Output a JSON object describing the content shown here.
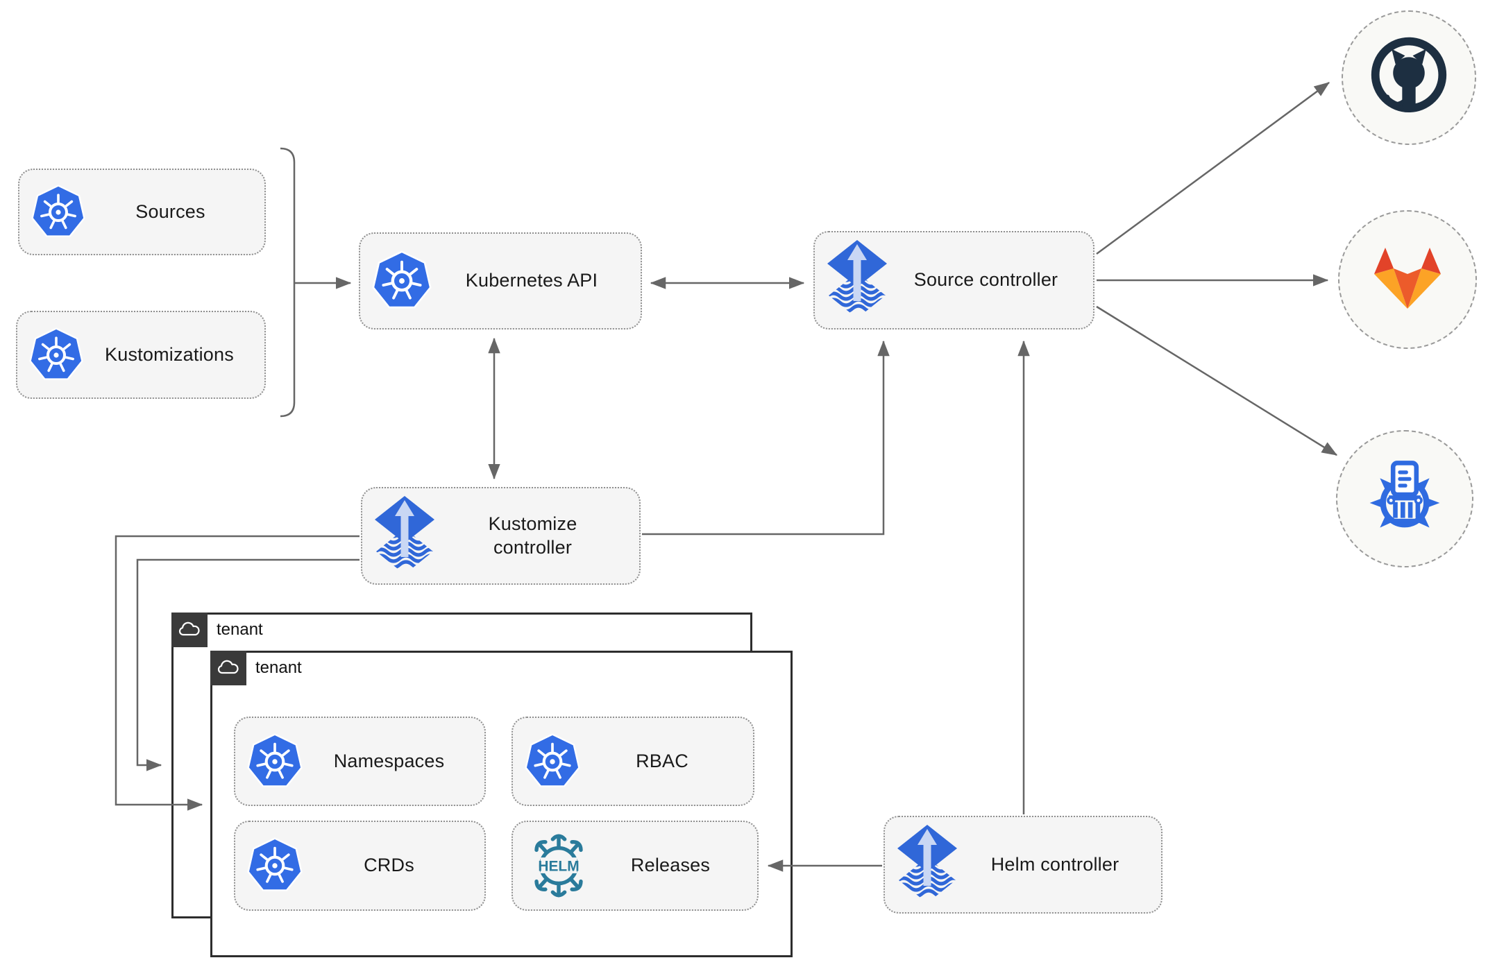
{
  "nodes": {
    "sources": {
      "label": "Sources",
      "icon": "kubernetes-icon"
    },
    "kustomizations": {
      "label": "Kustomizations",
      "icon": "kubernetes-icon"
    },
    "kubernetes_api": {
      "label": "Kubernetes API",
      "icon": "kubernetes-icon"
    },
    "source_controller": {
      "label": "Source controller",
      "icon": "flux-icon"
    },
    "kustomize_controller": {
      "label": "Kustomize controller",
      "icon": "flux-icon"
    },
    "helm_controller": {
      "label": "Helm controller",
      "icon": "flux-icon"
    }
  },
  "tenants": {
    "back": {
      "label": "tenant",
      "icon": "cloud-icon"
    },
    "front": {
      "label": "tenant",
      "icon": "cloud-icon"
    },
    "items": {
      "namespaces": {
        "label": "Namespaces",
        "icon": "kubernetes-icon"
      },
      "rbac": {
        "label": "RBAC",
        "icon": "kubernetes-icon"
      },
      "crds": {
        "label": "CRDs",
        "icon": "kubernetes-icon"
      },
      "releases": {
        "label": "Releases",
        "icon": "helm-icon"
      }
    }
  },
  "helm_logo_text": "HELM",
  "endpoints": [
    {
      "name": "github",
      "icon": "github-icon"
    },
    {
      "name": "gitlab",
      "icon": "gitlab-icon"
    },
    {
      "name": "helm-repository",
      "icon": "helm-repository-icon"
    }
  ],
  "colors": {
    "kubernetes_blue": "#326ce5",
    "flux_blue": "#3067d8",
    "flux_light_arrow": "#c9d7f4",
    "helm_teal": "#2a7b9b",
    "github_dark": "#1d2f41",
    "gitlab_red_orange": "#e24329",
    "gitlab_orange": "#ec5b2b",
    "gitlab_amber": "#fca326",
    "registry_blue": "#2f6be0",
    "connector_gray": "#666666",
    "node_fill": "#f5f5f5",
    "tenant_border": "#2d2d2d",
    "tenant_badge": "#3a3a3a"
  }
}
